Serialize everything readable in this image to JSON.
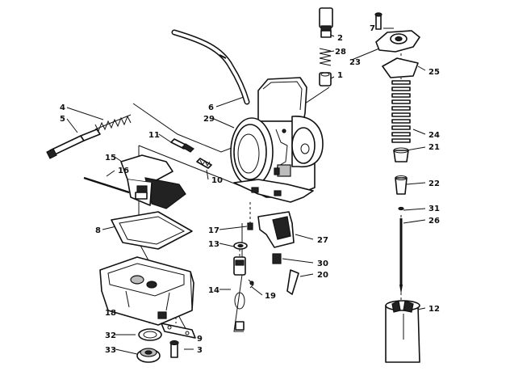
{
  "diagram": {
    "callouts": [
      {
        "id": "c7",
        "text": "7"
      },
      {
        "id": "c2",
        "text": "2"
      },
      {
        "id": "c28",
        "text": "28"
      },
      {
        "id": "c1",
        "text": "1"
      },
      {
        "id": "c23",
        "text": "23"
      },
      {
        "id": "c25",
        "text": "25"
      },
      {
        "id": "c4",
        "text": "4"
      },
      {
        "id": "c5",
        "text": "5"
      },
      {
        "id": "c6",
        "text": "6"
      },
      {
        "id": "c29",
        "text": "29"
      },
      {
        "id": "c24",
        "text": "24"
      },
      {
        "id": "c21",
        "text": "21"
      },
      {
        "id": "c11",
        "text": "11"
      },
      {
        "id": "c15",
        "text": "15"
      },
      {
        "id": "c16",
        "text": "16"
      },
      {
        "id": "c10",
        "text": "10"
      },
      {
        "id": "c22",
        "text": "22"
      },
      {
        "id": "c31",
        "text": "31"
      },
      {
        "id": "c26",
        "text": "26"
      },
      {
        "id": "c8",
        "text": "8"
      },
      {
        "id": "c17",
        "text": "17"
      },
      {
        "id": "c27",
        "text": "27"
      },
      {
        "id": "c13",
        "text": "13"
      },
      {
        "id": "c30",
        "text": "30"
      },
      {
        "id": "c20",
        "text": "20"
      },
      {
        "id": "c14",
        "text": "14"
      },
      {
        "id": "c19",
        "text": "19"
      },
      {
        "id": "c12",
        "text": "12"
      },
      {
        "id": "c18",
        "text": "18"
      },
      {
        "id": "c32",
        "text": "32"
      },
      {
        "id": "c9",
        "text": "9"
      },
      {
        "id": "c33",
        "text": "33"
      },
      {
        "id": "c3",
        "text": "3"
      }
    ]
  }
}
